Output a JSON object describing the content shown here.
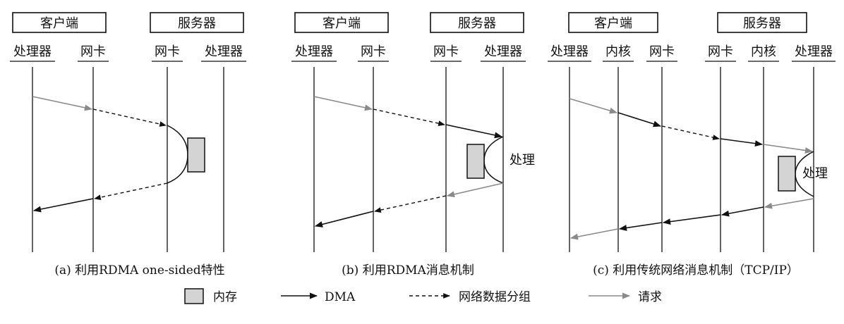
{
  "panels": [
    {
      "client_title": "客户端",
      "server_title": "服务器",
      "columns": [
        "处理器",
        "网卡",
        "网卡",
        "处理器"
      ],
      "caption": "(a) 利用RDMA one-sided特性"
    },
    {
      "client_title": "客户端",
      "server_title": "服务器",
      "columns": [
        "处理器",
        "网卡",
        "网卡",
        "处理器"
      ],
      "process_label": "处理",
      "caption": "(b) 利用RDMA消息机制"
    },
    {
      "client_title": "客户端",
      "server_title": "服务器",
      "columns": [
        "处理器",
        "内核",
        "网卡",
        "网卡",
        "内核",
        "处理器"
      ],
      "process_label": "处理",
      "caption": "(c) 利用传统网络消息机制（TCP/IP）"
    }
  ],
  "legend": {
    "memory": "内存",
    "dma": "DMA",
    "data_packet": "网络数据分组",
    "request": "请求"
  },
  "colors": {
    "ink": "#111111",
    "request_gray": "#8a8a8a",
    "memory_fill": "#d4d4d4"
  }
}
